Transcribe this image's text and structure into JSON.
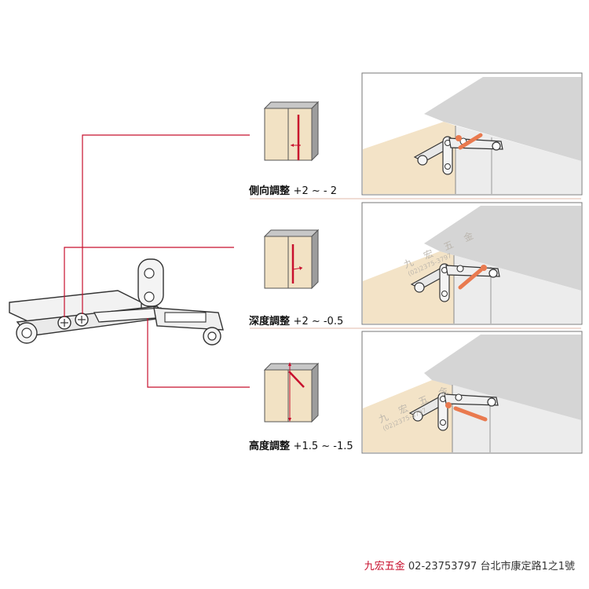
{
  "adjustments": [
    {
      "name": "側向調整",
      "range": "+2 ~ - 2"
    },
    {
      "name": "深度調整",
      "range": "+2 ~ -0.5"
    },
    {
      "name": "高度調整",
      "range": "+1.5 ~ -1.5"
    }
  ],
  "watermark": {
    "brand": "九 宏 五 金",
    "phone": "(02)2375-3797"
  },
  "footer": {
    "brand": "九宏五金",
    "phone": "02-23753797",
    "address": "台北市康定路1之1號"
  },
  "colors": {
    "accent": "#c8102e",
    "wood": "#f3e3c7",
    "panel": "#d7d7d7",
    "frame": "#6d6d6d"
  }
}
